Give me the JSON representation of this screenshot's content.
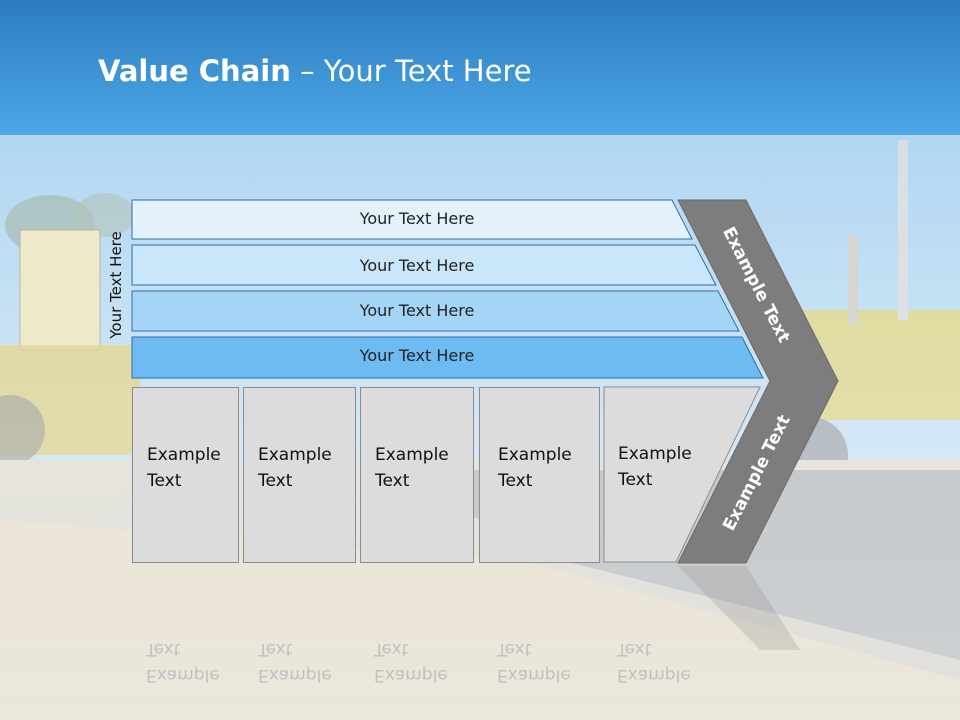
{
  "slide": {
    "title_bold": "Value Chain",
    "title_rest": " – Your Text Here",
    "side_label": "Your Text Here",
    "rows": [
      {
        "label": "Your Text Here",
        "fill": "#e3f2fd"
      },
      {
        "label": "Your Text Here",
        "fill": "#c9e6fb"
      },
      {
        "label": "Your Text Here",
        "fill": "#a4d5f7"
      },
      {
        "label": "Your Text Here",
        "fill": "#6ebaf2"
      }
    ],
    "cards": [
      {
        "text": "Example\nText"
      },
      {
        "text": "Example\nText"
      },
      {
        "text": "Example\nText"
      },
      {
        "text": "Example\nText"
      },
      {
        "text": "Example\nText"
      }
    ],
    "chevron_top": "Example Text",
    "chevron_bottom": "Example Text"
  },
  "colors": {
    "header_top": "#2b80c4",
    "header_bottom": "#56ade9",
    "sky": "#bfdcf2",
    "chevron": "#7d7d7d",
    "row_border": "#2a6fa8"
  }
}
